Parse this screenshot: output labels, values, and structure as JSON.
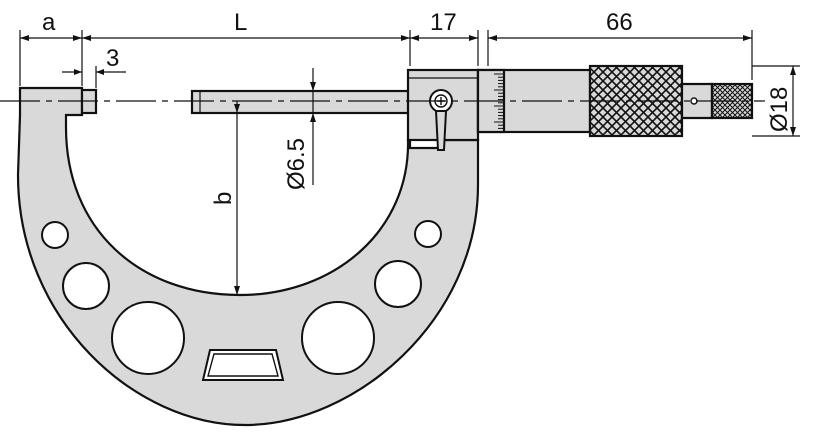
{
  "dimensions": {
    "a": "a",
    "L": "L",
    "seventeen": "17",
    "sixtysix": "66",
    "three": "3",
    "phi65": "Ø6.5",
    "phi18": "Ø18",
    "b": "b"
  },
  "colors": {
    "frame_fill": "#d9d9d9",
    "line": "#111111",
    "background": "#ffffff"
  }
}
